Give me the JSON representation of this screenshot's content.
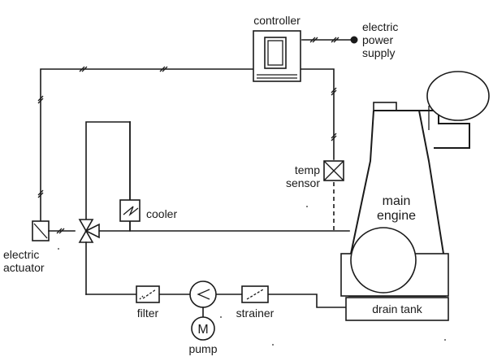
{
  "labels": {
    "controller": "controller",
    "power_supply_line1": "electric",
    "power_supply_line2": "power",
    "power_supply_line3": "supply",
    "temp_sensor_line1": "temp",
    "temp_sensor_line2": "sensor",
    "main_engine_line1": "main",
    "main_engine_line2": "engine",
    "cooler": "cooler",
    "actuator_line1": "electric",
    "actuator_line2": "actuator",
    "filter": "filter",
    "pump": "pump",
    "pump_motor": "M",
    "strainer": "strainer",
    "drain_tank": "drain tank"
  },
  "icons": {
    "controller": "controller-icon",
    "power_supply": "power-supply-icon",
    "temp_sensor": "temp-sensor-icon",
    "main_engine": "main-engine-icon",
    "cooler": "cooler-icon",
    "three_way_valve": "three-way-valve-icon",
    "electric_actuator": "electric-actuator-icon",
    "filter": "filter-icon",
    "pump": "pump-icon",
    "motor": "motor-icon",
    "strainer": "strainer-icon",
    "drain_tank": "drain-tank-icon"
  }
}
